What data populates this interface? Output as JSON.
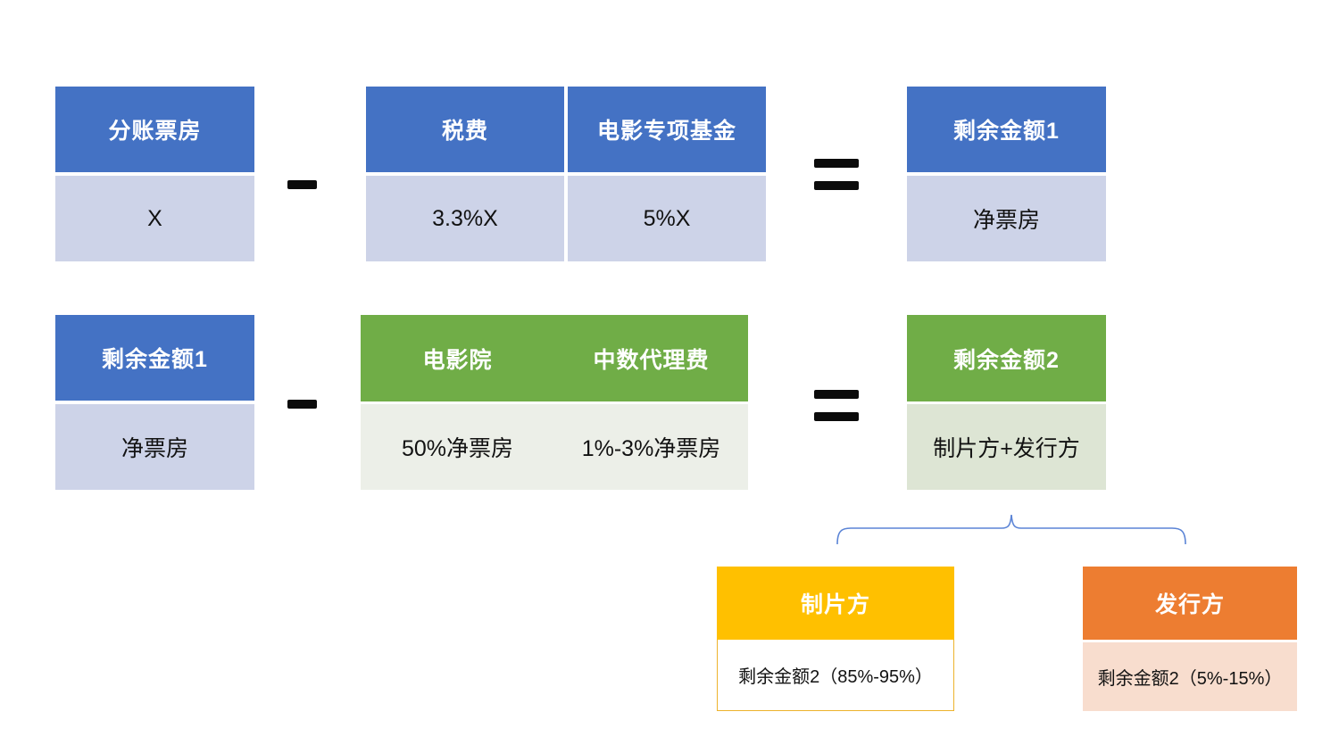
{
  "colors": {
    "blue_header": "#4472C4",
    "blue_body": "#CDD3E8",
    "green_header": "#70AD47",
    "green_body_mid": "#ECEFE8",
    "green_body_right": "#DDE5D4",
    "yellow_header": "#FFC000",
    "orange_header": "#ED7D31",
    "orange_body": "#F8DDCE",
    "brace": "#5B84D6",
    "operator": "#0b0b0b"
  },
  "row1": {
    "minuend": {
      "header": "分账票房",
      "body": "X"
    },
    "operator1": "-",
    "subtrahend": {
      "cells": [
        {
          "header": "税费",
          "body": "3.3%X"
        },
        {
          "header": "电影专项基金",
          "body": "5%X"
        }
      ]
    },
    "operator2": "=",
    "result": {
      "header": "剩余金额1",
      "body": "净票房"
    }
  },
  "row2": {
    "minuend": {
      "header": "剩余金额1",
      "body": "净票房"
    },
    "operator1": "-",
    "subtrahend": {
      "cells": [
        {
          "header": "电影院",
          "body": "50%净票房"
        },
        {
          "header": "中数代理费",
          "body": "1%-3%净票房"
        }
      ]
    },
    "operator2": "=",
    "result": {
      "header": "剩余金额2",
      "body": "制片方+发行方"
    }
  },
  "split": {
    "producer": {
      "header": "制片方",
      "body": "剩余金额2（85%-95%）"
    },
    "distributor": {
      "header": "发行方",
      "body": "剩余金额2（5%-15%）"
    }
  }
}
